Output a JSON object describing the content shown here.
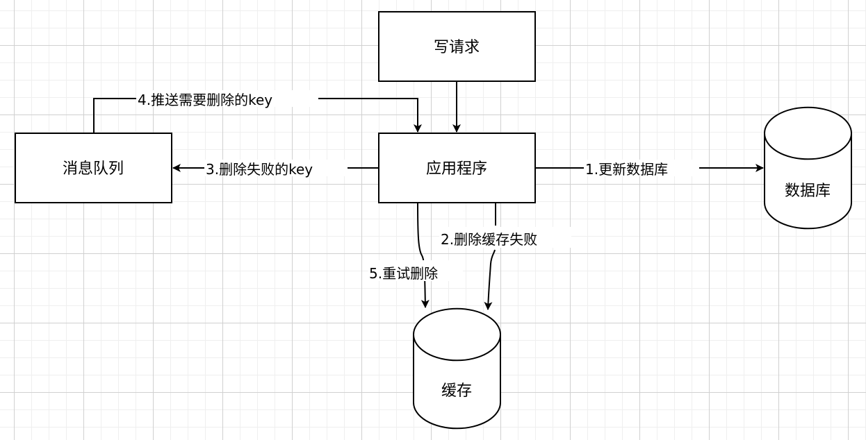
{
  "nodes": {
    "write_request": {
      "label": "写请求",
      "shape": "rectangle"
    },
    "application": {
      "label": "应用程序",
      "shape": "rectangle"
    },
    "message_queue": {
      "label": "消息队列",
      "shape": "rectangle"
    },
    "database": {
      "label": "数据库",
      "shape": "cylinder"
    },
    "cache": {
      "label": "缓存",
      "shape": "cylinder"
    }
  },
  "edges": {
    "e1": {
      "label": "1.更新数据库",
      "from": "应用程序",
      "to": "数据库"
    },
    "e2": {
      "label": "2.删除缓存失败",
      "from": "应用程序",
      "to": "缓存"
    },
    "e3": {
      "label": "3.删除失败的key",
      "from": "应用程序",
      "to": "消息队列"
    },
    "e4": {
      "label": "4.推送需要删除的key",
      "from": "消息队列",
      "to": "应用程序"
    },
    "e5": {
      "label": "5.重试删除",
      "from": "应用程序",
      "to": "缓存"
    },
    "e0": {
      "label": "",
      "from": "写请求",
      "to": "应用程序"
    }
  },
  "colors": {
    "stroke": "#000000",
    "fill": "#ffffff",
    "grid_major": "#d0d0d0",
    "grid_minor": "#efefef"
  }
}
